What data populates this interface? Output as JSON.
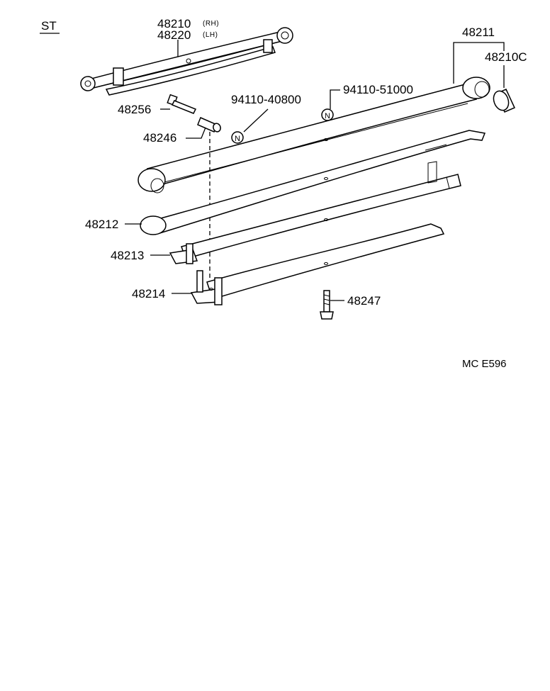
{
  "header": {
    "code": "ST"
  },
  "labels": {
    "p48210": "48210",
    "p48210_side": "(RH)",
    "p48220": "48220",
    "p48220_side": "(LH)",
    "p48211": "48211",
    "p48210C": "48210C",
    "p94110_40800": "94110-40800",
    "p94110_51000": "94110-51000",
    "p48256": "48256",
    "p48246": "48246",
    "p48212": "48212",
    "p48213": "48213",
    "p48214": "48214",
    "p48247": "48247"
  },
  "markers": {
    "nut_symbol": "N"
  },
  "footer": {
    "ref_code": "MC  E596"
  }
}
